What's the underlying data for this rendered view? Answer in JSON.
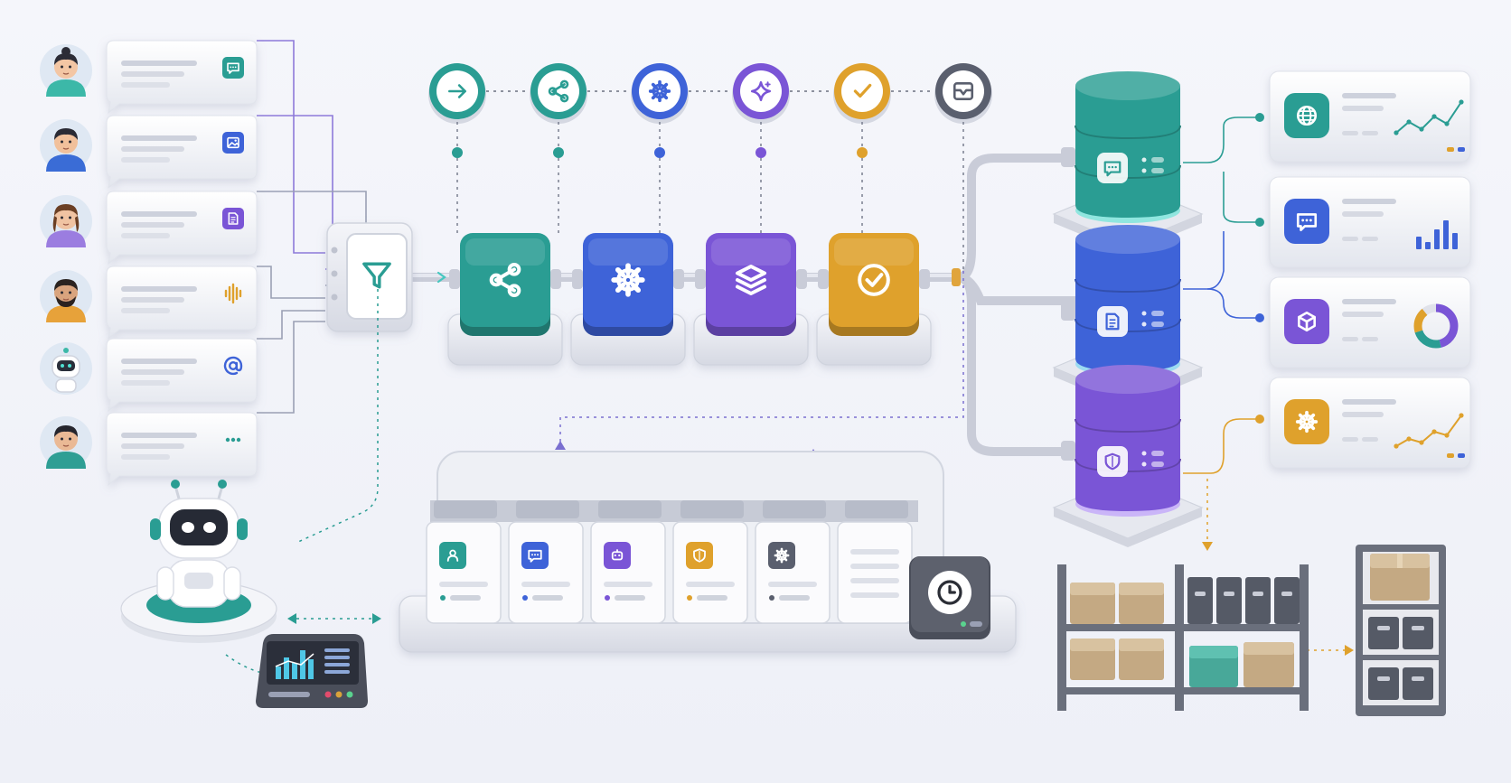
{
  "colors": {
    "teal": "#2a9d93",
    "blue": "#3e63d8",
    "purple": "#7a55d6",
    "amber": "#dfa12c",
    "gray": "#5a5f6e",
    "wire_purple": "#8d7ad9",
    "wire_gray": "#9aa0b4"
  },
  "sources": [
    {
      "avatar": "avatar-woman-teal",
      "icon": "chat-bubble-icon",
      "accent": "#2a9d93"
    },
    {
      "avatar": "avatar-man-blue",
      "icon": "image-icon",
      "accent": "#3e63d8"
    },
    {
      "avatar": "avatar-woman-purple",
      "icon": "document-icon",
      "accent": "#7a55d6"
    },
    {
      "avatar": "avatar-man-beard",
      "icon": "audio-wave-icon",
      "accent": "#dfa12c"
    },
    {
      "avatar": "avatar-robot",
      "icon": "at-sign-icon",
      "accent": "#3e63d8"
    },
    {
      "avatar": "avatar-man-teal",
      "icon": "ellipsis-icon",
      "accent": "#2a9d93"
    }
  ],
  "stages": [
    {
      "icon": "arrow-right-icon",
      "color": "#2a9d93",
      "module_icon": "share-nodes-icon"
    },
    {
      "icon": "share-nodes-icon",
      "color": "#2a9d93",
      "module_icon": "gear-icon"
    },
    {
      "icon": "gear-icon",
      "color": "#3e63d8",
      "module_icon": "layers-icon"
    },
    {
      "icon": "sparkle-icon",
      "color": "#7a55d6",
      "module_icon": "check-circle-icon"
    },
    {
      "icon": "check-icon",
      "color": "#dfa12c"
    },
    {
      "icon": "inbox-icon",
      "color": "#5a5f6e"
    }
  ],
  "modules": [
    {
      "icon": "share-nodes-icon",
      "color": "#2a9d93"
    },
    {
      "icon": "gear-icon",
      "color": "#3e63d8"
    },
    {
      "icon": "layers-icon",
      "color": "#7a55d6"
    },
    {
      "icon": "check-circle-icon",
      "color": "#dfa12c"
    }
  ],
  "databases": [
    {
      "icon": "chat-bubble-icon",
      "color": "#2a9d93"
    },
    {
      "icon": "document-icon",
      "color": "#3e63d8"
    },
    {
      "icon": "shield-icon",
      "color": "#7a55d6"
    }
  ],
  "dashboards": [
    {
      "icon": "globe-icon",
      "color": "#2a9d93",
      "chart": "line"
    },
    {
      "icon": "chat-bubble-icon",
      "color": "#3e63d8",
      "chart": "bars"
    },
    {
      "icon": "cube-icon",
      "color": "#7a55d6",
      "chart": "donut"
    },
    {
      "icon": "gear-icon",
      "color": "#dfa12c",
      "chart": "line"
    }
  ],
  "files": [
    {
      "icon": "user-icon",
      "color": "#2a9d93"
    },
    {
      "icon": "chat-bubble-icon",
      "color": "#3e63d8"
    },
    {
      "icon": "robot-icon",
      "color": "#7a55d6"
    },
    {
      "icon": "shield-icon",
      "color": "#dfa12c"
    },
    {
      "icon": "gear-icon",
      "color": "#5a5f6e"
    },
    {
      "icon": "blank-icon",
      "color": "#9aa0b4"
    }
  ]
}
